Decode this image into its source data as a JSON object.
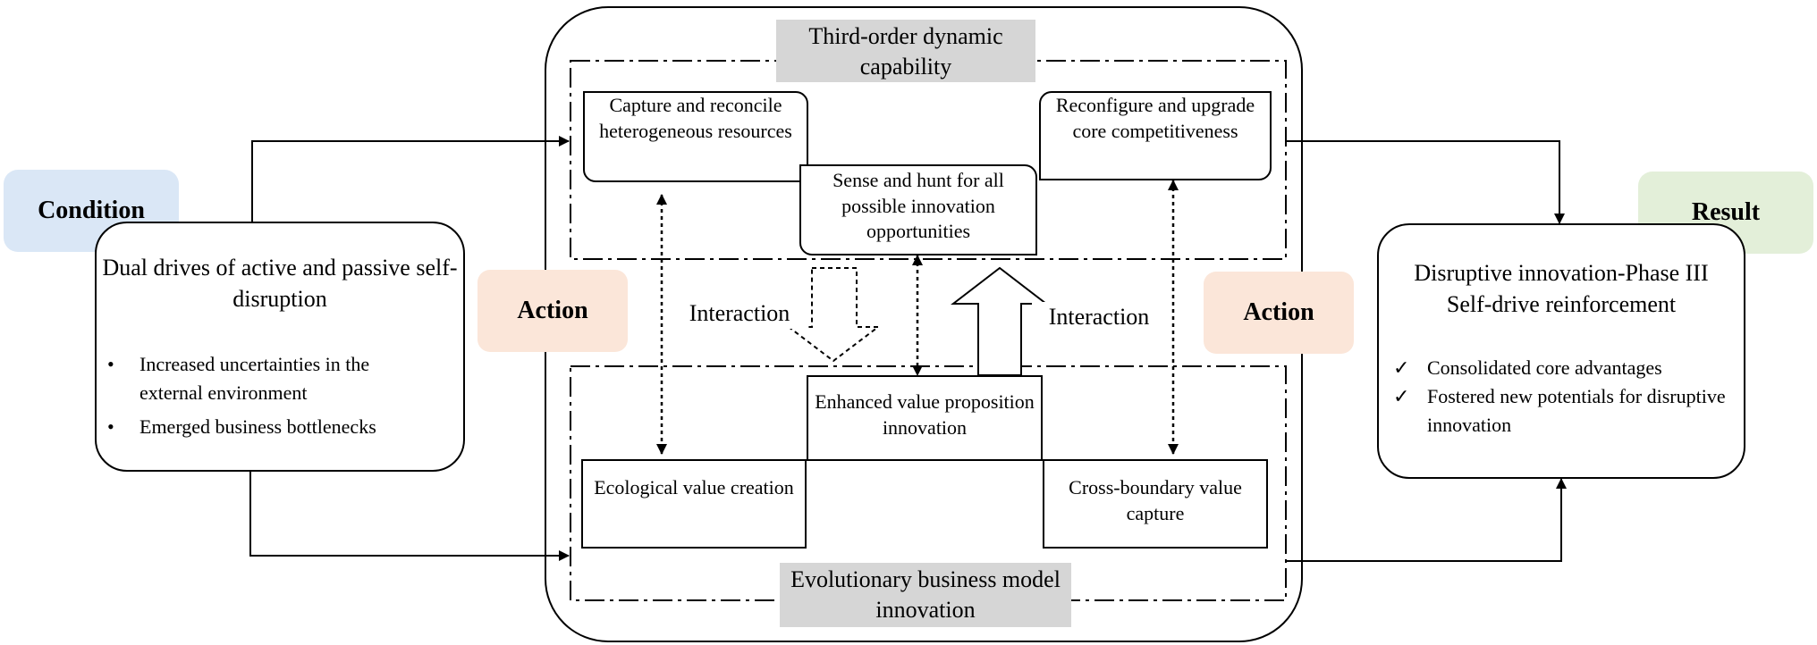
{
  "condition": {
    "tag": "Condition",
    "title": "Dual drives of active and passive self-disruption",
    "bullets": [
      "Increased uncertainties in the external environment",
      "Emerged business bottlenecks"
    ]
  },
  "action_left": "Action",
  "action_right": "Action",
  "top_block": {
    "title": "Third-order dynamic capability",
    "capture": "Capture and reconcile heterogeneous resources",
    "sense": "Sense and hunt for all possible innovation opportunities",
    "reconfigure": "Reconfigure and upgrade core competitiveness"
  },
  "interaction_left": "Interaction",
  "interaction_right": "Interaction",
  "bottom_block": {
    "title": "Evolutionary business model innovation",
    "enhanced": "Enhanced value proposition innovation",
    "ecological": "Ecological value creation",
    "cross_boundary": "Cross-boundary value capture"
  },
  "result": {
    "tag": "Result",
    "title": "Disruptive innovation-Phase III Self-drive reinforcement",
    "bullets": [
      "Consolidated core advantages",
      "Fostered new potentials for disruptive innovation"
    ]
  },
  "colors": {
    "condition_tag": "#dae7f6",
    "action_tag": "#fbe6d9",
    "result_tag": "#e3efd9",
    "grey_title": "#d6d6d6"
  }
}
